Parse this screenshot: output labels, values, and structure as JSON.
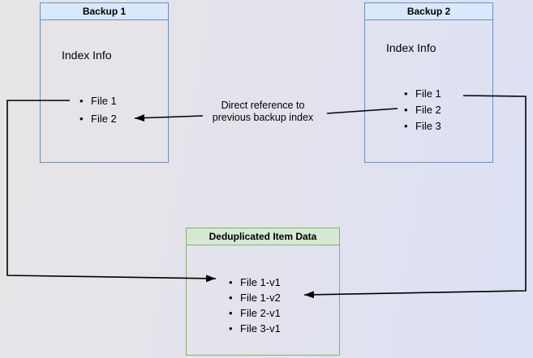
{
  "diagram": {
    "backup1": {
      "title": "Backup 1",
      "section_label": "Index Info",
      "items": [
        "File 1",
        "File 2"
      ]
    },
    "backup2": {
      "title": "Backup 2",
      "section_label": "Index Info",
      "items": [
        "File 1",
        "File 2",
        "File 3"
      ]
    },
    "dedup": {
      "title": "Deduplicated Item Data",
      "items": [
        "File 1-v1",
        "File 1-v2",
        "File 2-v1",
        "File 3-v1"
      ]
    },
    "annotation": {
      "line1": "Direct reference to",
      "line2": "previous backup index"
    },
    "colors": {
      "blue_header_fill": "#dae8fc",
      "blue_border": "#6c8ebf",
      "green_header_fill": "#d5e8d4",
      "green_border": "#82b366",
      "arrow": "#000000"
    }
  }
}
